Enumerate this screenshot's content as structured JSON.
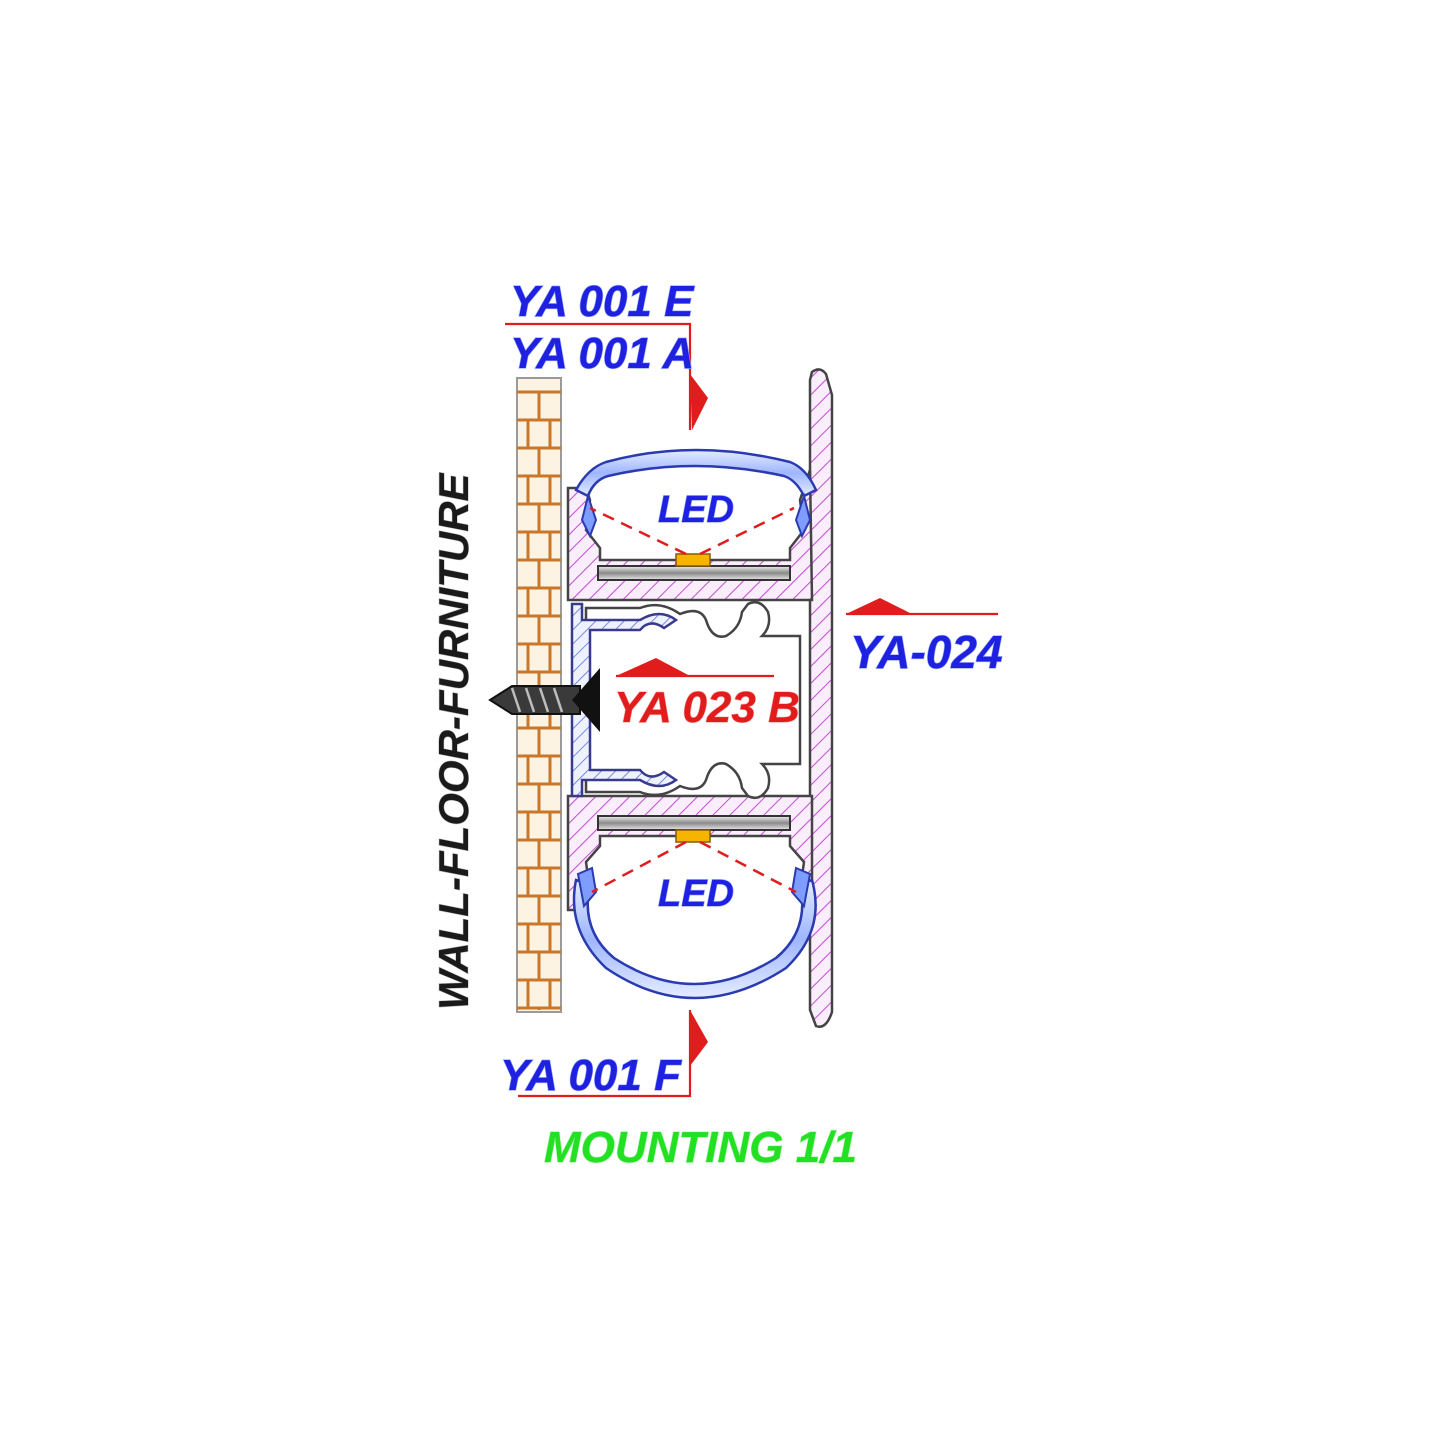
{
  "labels": {
    "ya001e": "YA 001 E",
    "ya001a": "YA 001 A",
    "ya024": "YA-024",
    "ya023b": "YA 023 B",
    "ya001f": "YA 001 F",
    "led_top": "LED",
    "led_bottom": "LED",
    "surface": "WALL-FLOOR-FURNITURE",
    "caption": "MOUNTING 1/1"
  },
  "colors": {
    "label_blue": "#2020e0",
    "label_red": "#e01c1c",
    "caption_green": "#22e022",
    "profile_hatch": "#c64ad8",
    "diffuser": "#4a78ff",
    "brick": "#c8762a",
    "led_chip": "#f4b400"
  }
}
